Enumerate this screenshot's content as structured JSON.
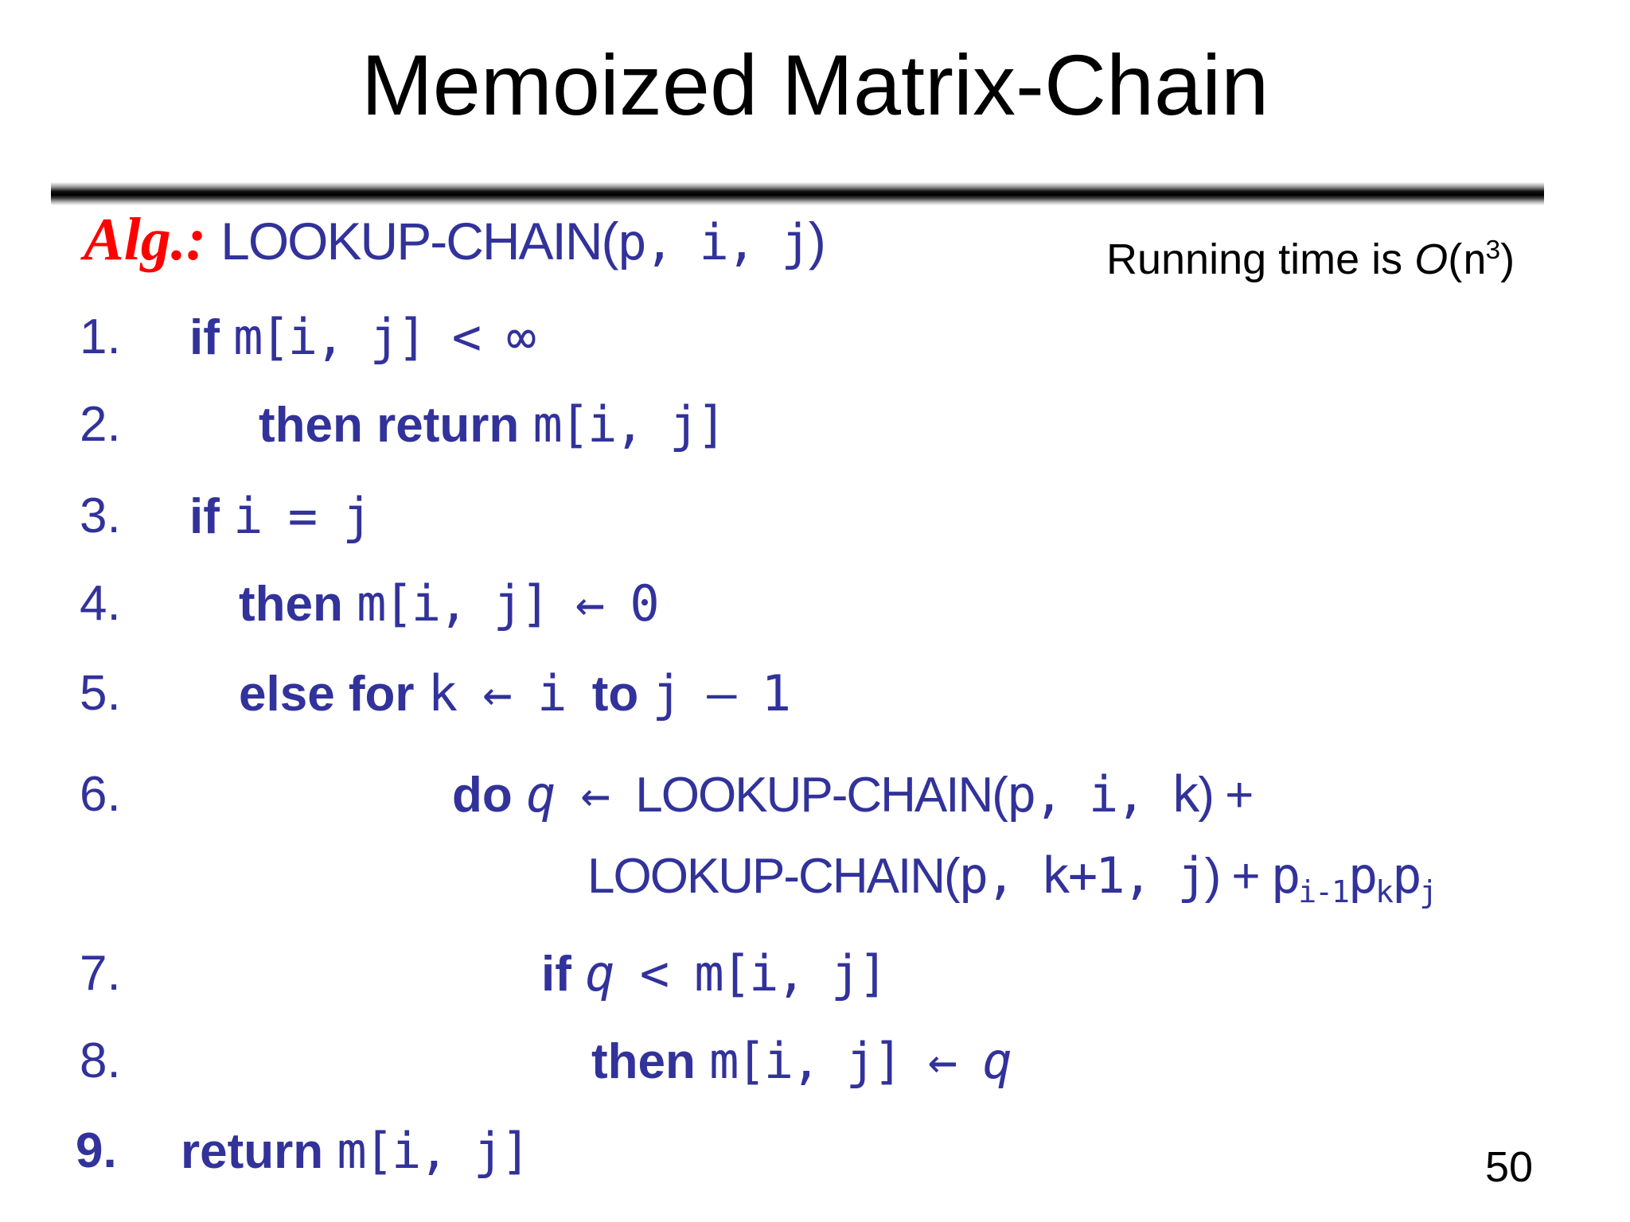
{
  "slide": {
    "title": "Memoized Matrix-Chain",
    "page_number": "50",
    "colors": {
      "code_blue": "#32329b",
      "alg_label_red": "#ff0000",
      "title_black": "#000000",
      "background": "#ffffff"
    }
  },
  "header": {
    "alg_label": "Alg.:",
    "signature": {
      "fn_open": "LOOKUP-CHAIN(",
      "params": "p, i, j",
      "fn_close": ")"
    },
    "running_time": {
      "prefix": "Running time is ",
      "big_o": "O",
      "paren_open": "(",
      "var": "n",
      "exponent": "3",
      "paren_close": ")"
    }
  },
  "code": {
    "lines": [
      {
        "num": "1.",
        "segs": [
          {
            "t": "if "
          },
          {
            "t": "m[i, j] < ∞"
          }
        ]
      },
      {
        "num": "2.",
        "segs": [
          {
            "t": "then return "
          },
          {
            "t": "m[i, j]"
          }
        ]
      },
      {
        "num": "3.",
        "segs": [
          {
            "t": "if "
          },
          {
            "t": "i = j"
          }
        ]
      },
      {
        "num": "4.",
        "segs": [
          {
            "t": "then "
          },
          {
            "t": "m[i, j] ← 0"
          }
        ]
      },
      {
        "num": "5.",
        "segs": [
          {
            "t": "else for "
          },
          {
            "t": "k ← i "
          },
          {
            "t": "to "
          },
          {
            "t": "j – 1"
          }
        ]
      },
      {
        "num": "6.",
        "segs": [
          {
            "t": "do "
          },
          {
            "t": "q"
          },
          {
            "t": " ← "
          },
          {
            "t": "LOOKUP-CHAIN("
          },
          {
            "t": "p, i, k"
          },
          {
            "t": ") +"
          }
        ]
      },
      {
        "num": "",
        "segs": [
          {
            "t": "LOOKUP-CHAIN("
          },
          {
            "t": "p, k+1, j"
          },
          {
            "t": ") + "
          },
          {
            "t": "p"
          },
          {
            "t": "i-1"
          },
          {
            "t": "p"
          },
          {
            "t": "k"
          },
          {
            "t": "p"
          },
          {
            "t": "j"
          }
        ]
      },
      {
        "num": "7.",
        "segs": [
          {
            "t": "if "
          },
          {
            "t": "q"
          },
          {
            "t": " < m[i, j]"
          }
        ]
      },
      {
        "num": "8.",
        "segs": [
          {
            "t": "then "
          },
          {
            "t": "m[i, j] ← "
          },
          {
            "t": "q"
          }
        ]
      },
      {
        "num": "9.",
        "segs": [
          {
            "t": "return "
          },
          {
            "t": "m[i, j]"
          }
        ]
      }
    ]
  }
}
